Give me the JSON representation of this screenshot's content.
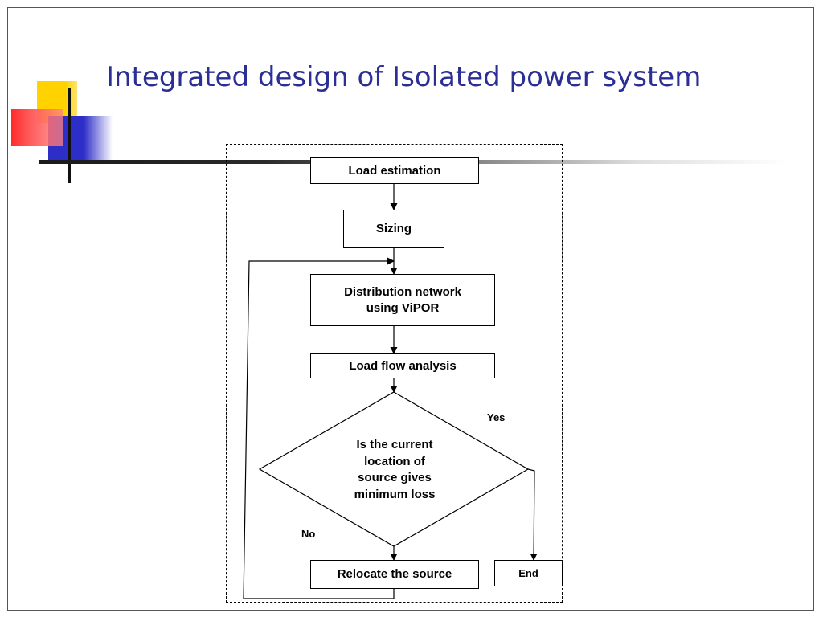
{
  "slide": {
    "title": "Integrated design of Isolated power system"
  },
  "flowchart": {
    "nodes": {
      "load_estimation": "Load estimation",
      "sizing": "Sizing",
      "distribution_line1": "Distribution network",
      "distribution_line2": "using ViPOR",
      "load_flow": "Load flow analysis",
      "decision_lines": [
        "Is the current",
        "location of",
        "source gives",
        "minimum loss"
      ],
      "relocate": "Relocate the source",
      "end": "End"
    },
    "edge_labels": {
      "yes": "Yes",
      "no": "No"
    }
  }
}
